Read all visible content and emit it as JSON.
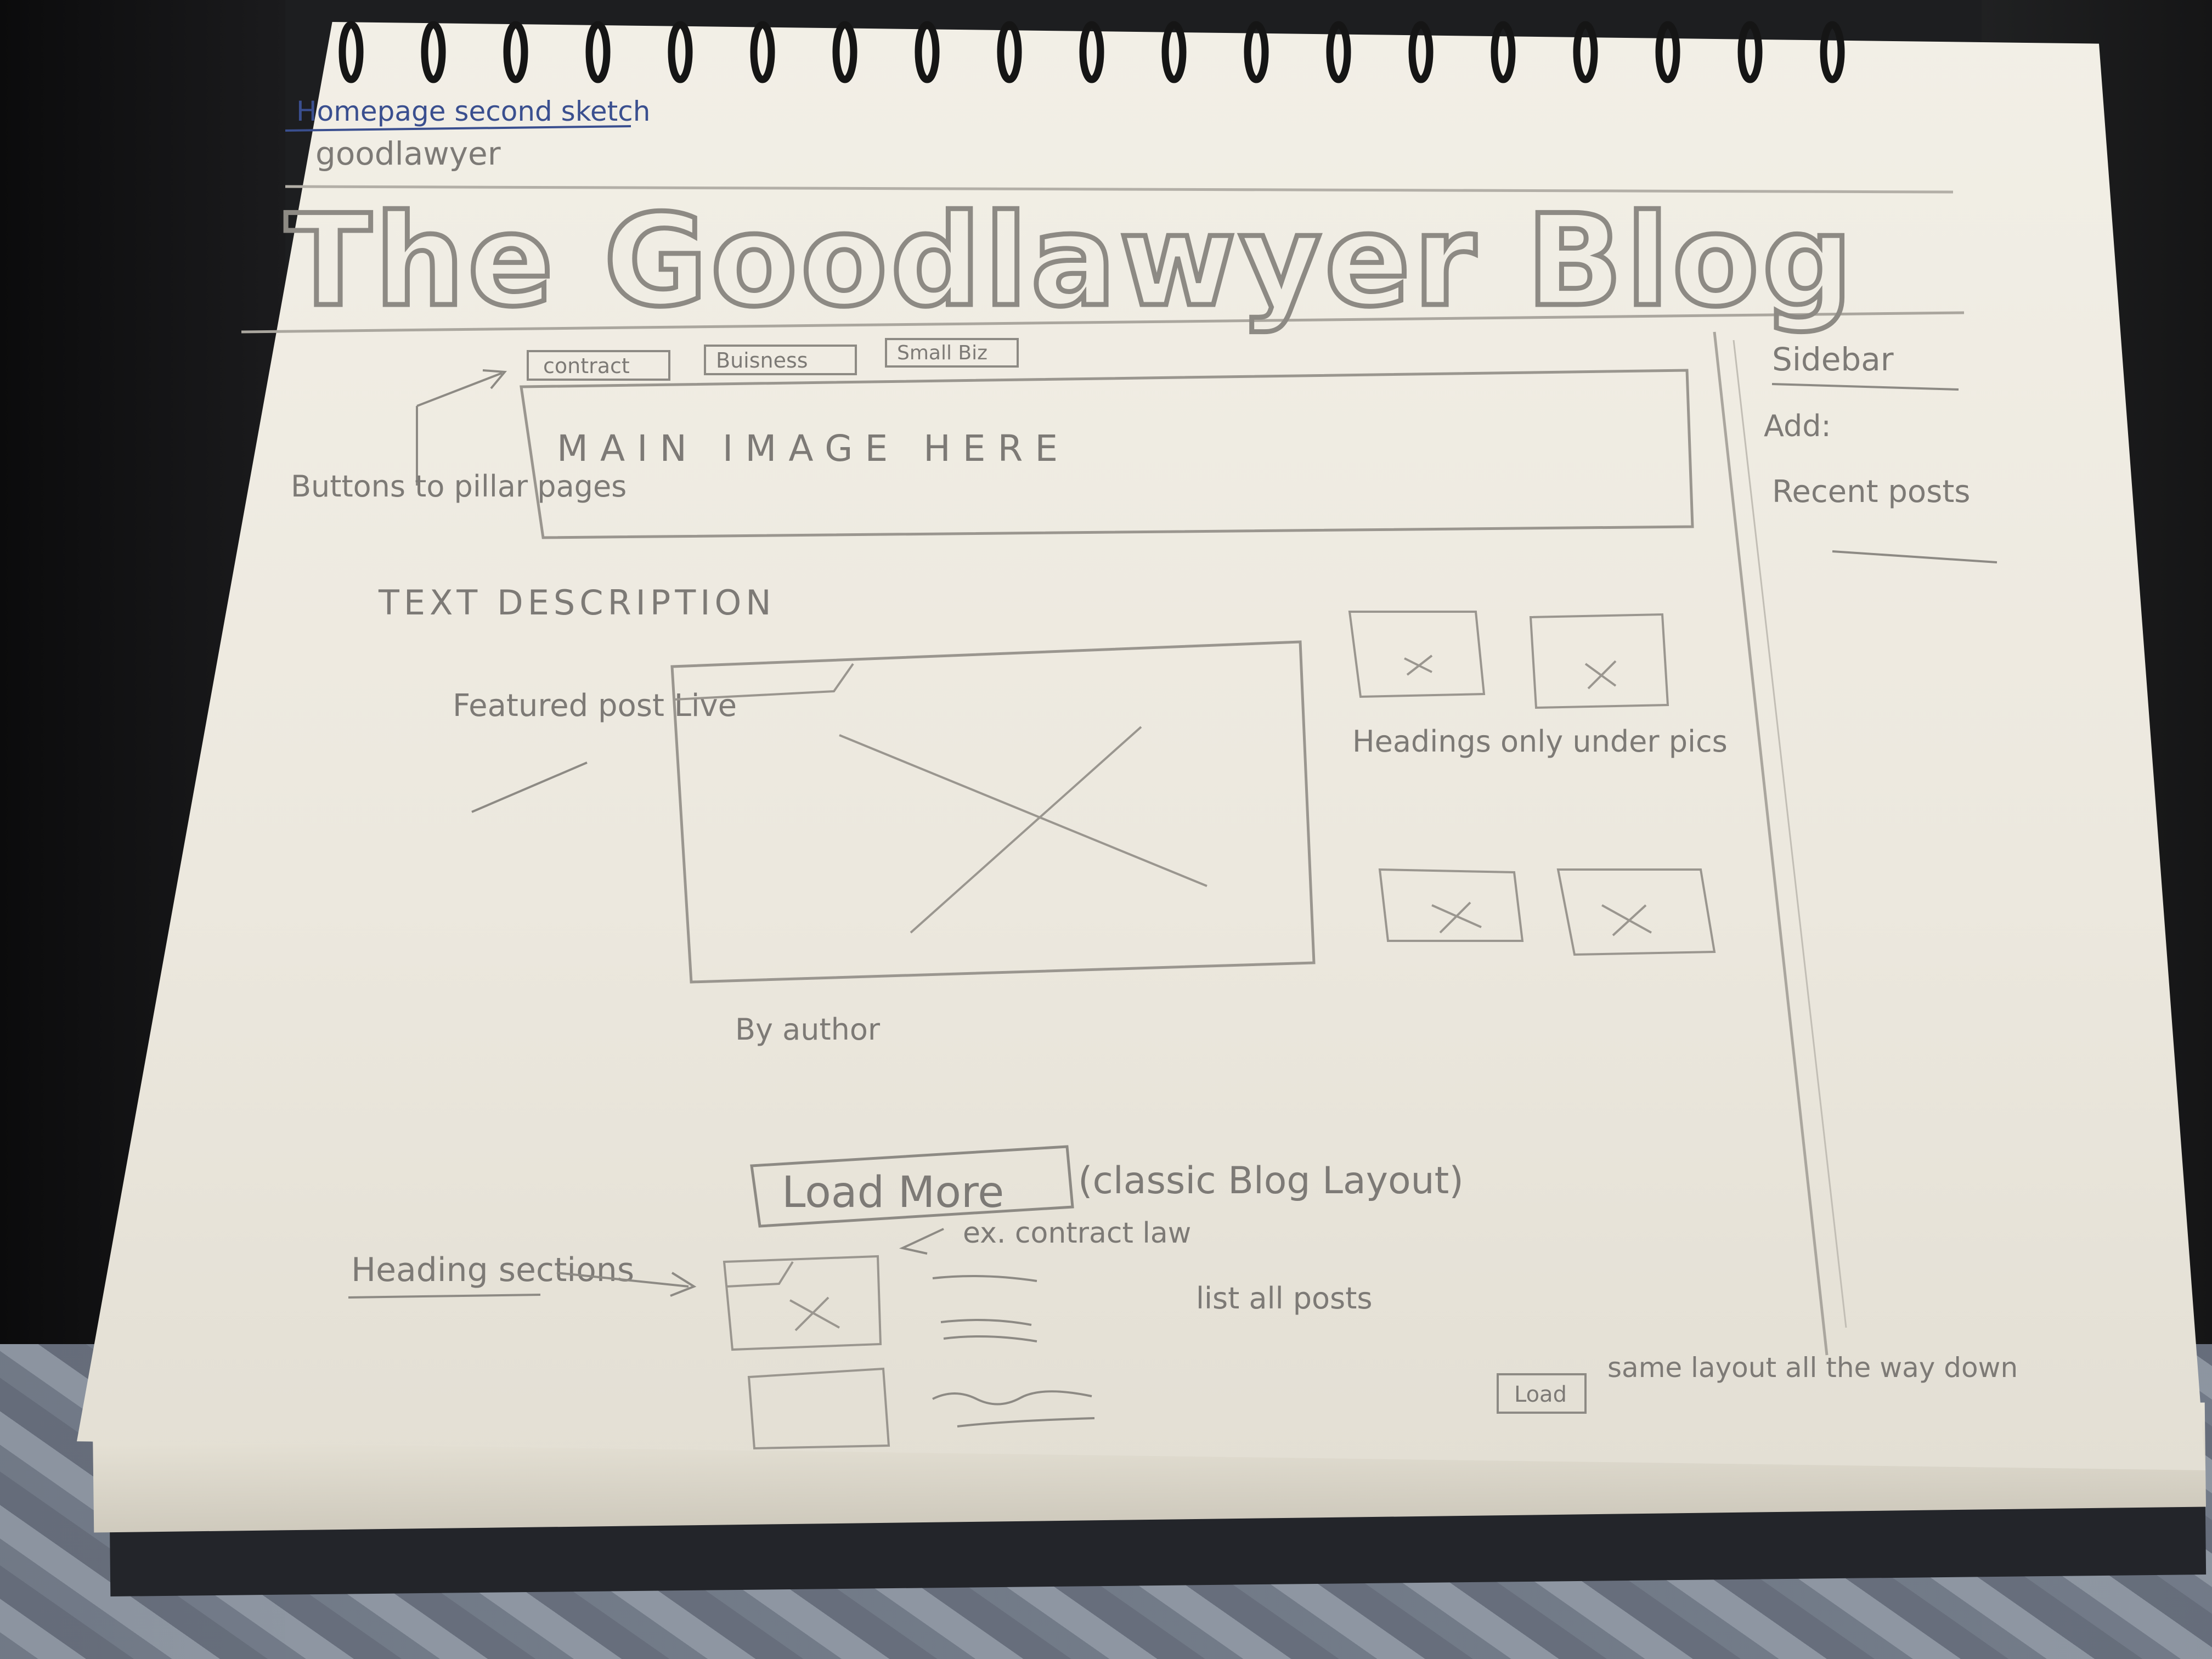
{
  "note": {
    "header_link": "Homepage second sketch",
    "site_slug": "goodlawyer"
  },
  "site": {
    "title": "The Goodlawyer Blog"
  },
  "nav": {
    "buttons": [
      "contract",
      "Buisness",
      "Small Biz"
    ],
    "annotation": "Buttons to pillar pages"
  },
  "sidebar": {
    "label": "Sidebar",
    "add_label": "Add:",
    "recent_posts_label": "Recent posts"
  },
  "hero": {
    "main_image_label": "MAIN IMAGE HERE",
    "text_description": "TEXT DESCRIPTION"
  },
  "featured": {
    "label": "Featured post Live",
    "byline": "By author",
    "side_note": "Headings only under pics"
  },
  "load_more": {
    "button_label": "Load More",
    "note": "(classic Blog Layout)",
    "example": "ex. contract law"
  },
  "sections": {
    "label": "Heading sections",
    "list_note": "list all posts",
    "load_button_label": "Load",
    "same_layout_note": "same layout all the way down"
  },
  "colors": {
    "paper": "#efece3",
    "pencil": "#7d7a76",
    "ink_blue": "#3a4f8f"
  }
}
